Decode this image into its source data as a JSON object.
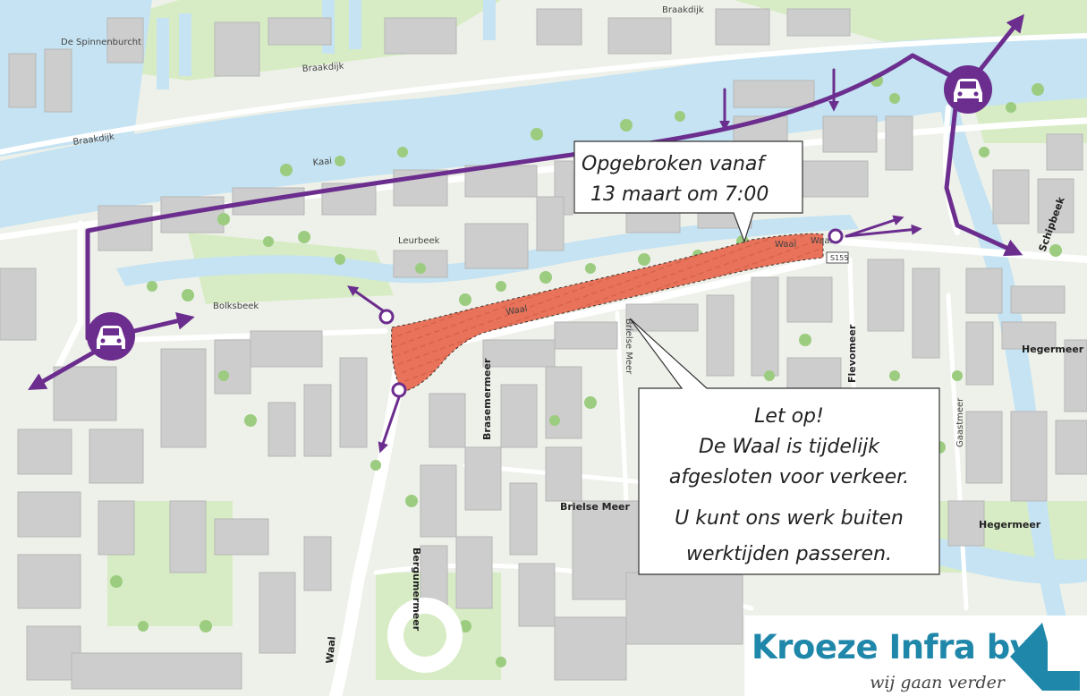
{
  "map": {
    "top_label": "Braakdijk",
    "labels": {
      "spinnenburcht": "De Spinnenburcht",
      "braakdijk_1": "Braakdijk",
      "braakdijk_2": "Braakdijk",
      "kaai": "Kaai",
      "leurbeek": "Leurbeek",
      "bolksbeek": "Bolksbeek",
      "waal_closed": "Waal",
      "waal_east": "Waal",
      "waal_east2": "Waal",
      "waal_south": "Waal",
      "brielse_meer_1": "Brielse Meer",
      "brielse_meer_2": "Brielse Meer",
      "brasemermeer": "Brasemermeer",
      "flevomeer": "Flevomeer",
      "bergumermeer": "Bergumermeer",
      "schipbeek": "Schipbeek",
      "hegermeer_1": "Hegermeer",
      "hegermeer_2": "Hegermeer",
      "gaastmeer": "Gaastmeer",
      "s155": "S155"
    },
    "colors": {
      "route": "#6b2d8e",
      "closure": "#e8735a",
      "water": "#c5e3f2",
      "green": "#d7ecc4",
      "building": "#cdcdcd"
    }
  },
  "callouts": {
    "closure_date_line1": "Opgebroken  vanaf",
    "closure_date_line2": "13 maart om 7:00",
    "notice_line1": "Let op!",
    "notice_line2": "De Waal is tijdelijk",
    "notice_line3": "afgesloten voor verkeer.",
    "notice_line4": "U kunt ons werk buiten",
    "notice_line5": "werktijden passeren."
  },
  "logo": {
    "name": "Kroeze Infra bv",
    "tagline": "wij gaan verder",
    "color": "#1f87a9"
  },
  "icons": {
    "detour": "car-icon",
    "local": "pedestrian-access-icon"
  }
}
